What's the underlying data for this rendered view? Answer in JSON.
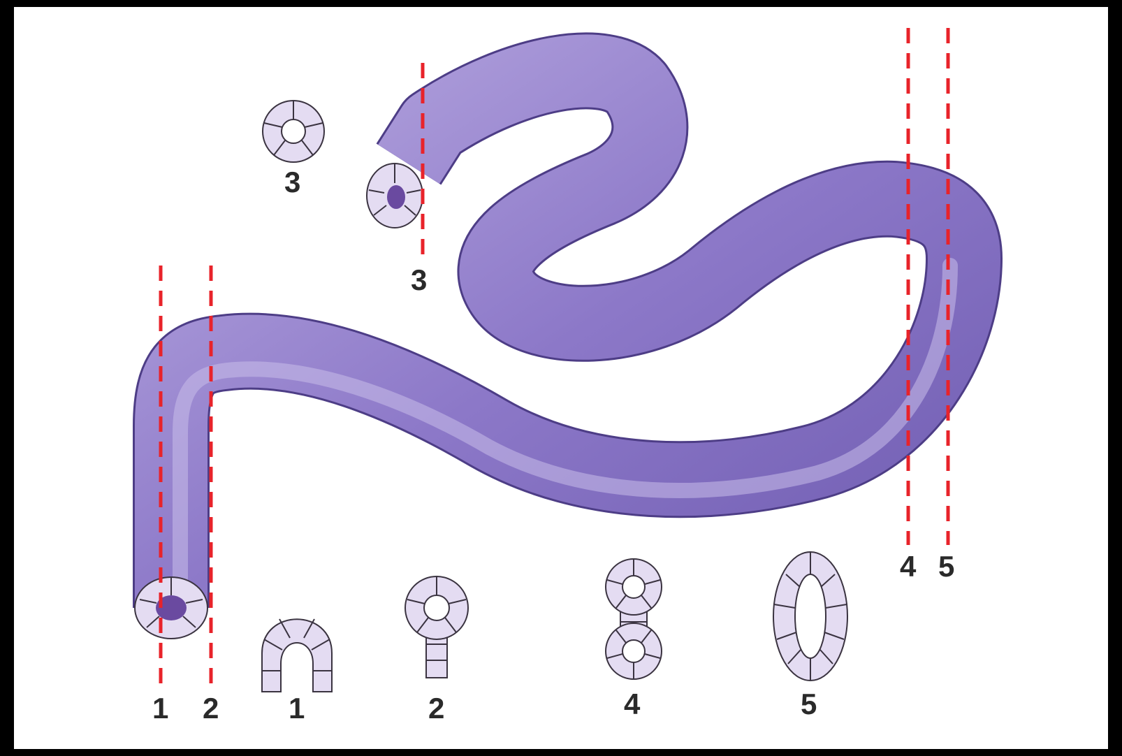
{
  "colors": {
    "tube_light": "#b7a8e0",
    "tube_mid": "#8c78c8",
    "tube_dark": "#5e4b9a",
    "section_fill": "#e4dcf2",
    "section_stroke": "#3a3340",
    "cut_line": "#e8232a",
    "lumen_fill": "#6a4aa0",
    "background": "#ffffff",
    "frame": "#000000"
  },
  "cut_lines": [
    {
      "label": "1"
    },
    {
      "label": "2"
    },
    {
      "label": "3"
    },
    {
      "label": "4"
    },
    {
      "label": "5"
    }
  ],
  "cross_sections": [
    {
      "label": "3",
      "shape": "ring"
    },
    {
      "label": "1",
      "shape": "arch"
    },
    {
      "label": "2",
      "shape": "ring-with-stalk"
    },
    {
      "label": "4",
      "shape": "double-ring"
    },
    {
      "label": "5",
      "shape": "elongated-ring"
    }
  ]
}
